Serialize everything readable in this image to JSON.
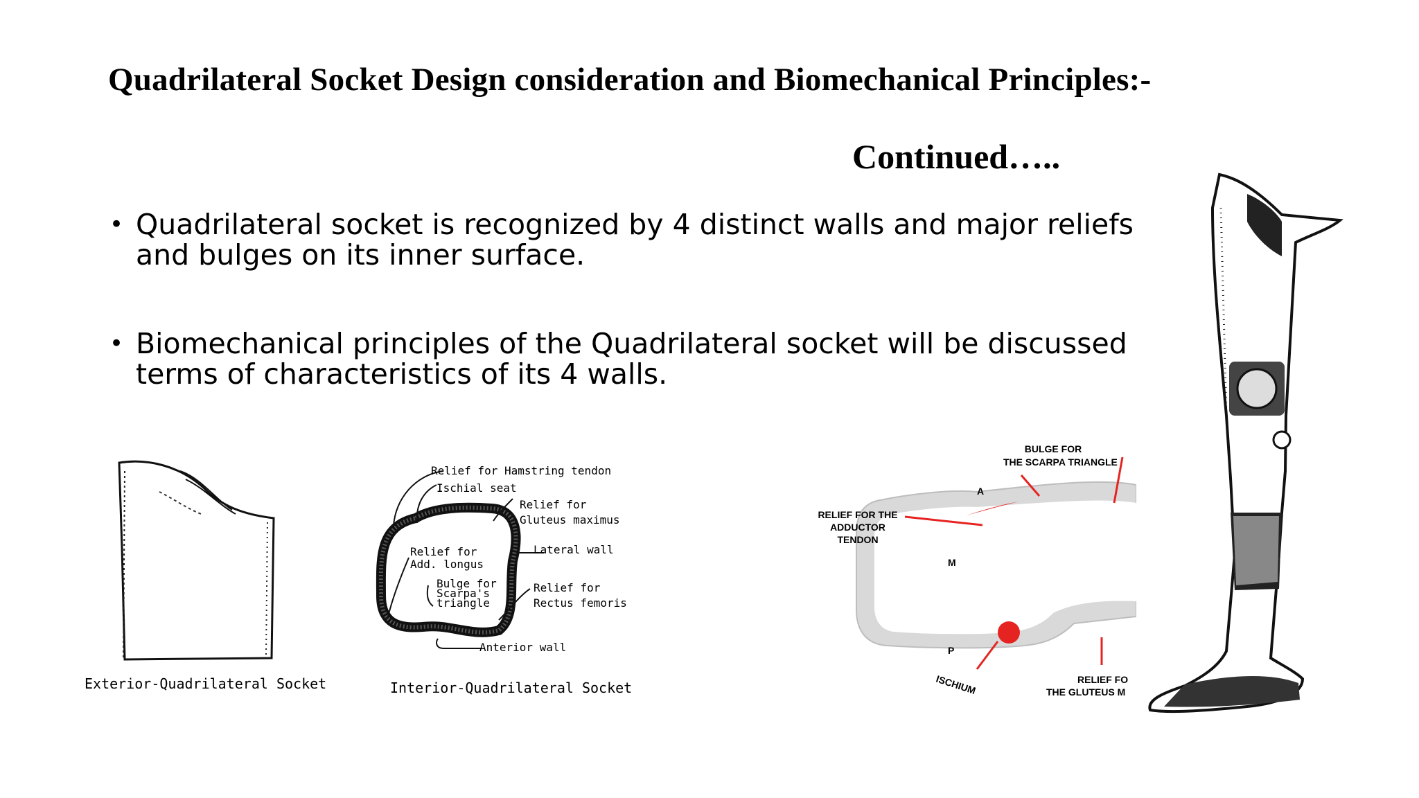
{
  "slide": {
    "title": "Quadrilateral Socket Design consideration and Biomechanical Principles:-",
    "continued": "Continued…..",
    "bullets": [
      "Quadrilateral socket is recognized by 4 distinct walls and major reliefs and bulges on its inner surface.",
      "Biomechanical principles of the Quadrilateral socket will be discussed terms of characteristics of its 4 walls."
    ],
    "bullet_icon": "bullet-dot-icon"
  },
  "figures": {
    "exterior": {
      "caption": "Exterior-Quadrilateral Socket"
    },
    "interior": {
      "caption": "Interior-Quadrilateral Socket",
      "labels": {
        "hamstring": "Relief for Hamstring tendon",
        "ischial": "Ischial seat",
        "gluteus_1": "Relief for",
        "gluteus_2": "Gluteus maximus",
        "lateral": "Lateral wall",
        "add_1": "Relief for",
        "add_2": "Add. longus",
        "scarpa_1": "Bulge for",
        "scarpa_2": "Scarpa's",
        "scarpa_3": "triangle",
        "rectus_1": "Relief for",
        "rectus_2": "Rectus femoris",
        "anterior": "Anterior wall"
      }
    },
    "schematic": {
      "labels": {
        "bulge_1": "BULGE FOR",
        "bulge_2": "THE SCARPA TRIANGLE",
        "adductor_1": "RELIEF FOR THE",
        "adductor_2": "ADDUCTOR",
        "adductor_3": "TENDON",
        "letter_a": "A",
        "letter_m": "M",
        "letter_p": "P",
        "ischium": "ISCHIUM",
        "gluteus_1": "RELIEF FO",
        "gluteus_2": "THE GLUTEUS M"
      },
      "accent_color": "#e52421",
      "shape_color": "#d9d9d9"
    },
    "prosthesis": {
      "icon": "leg-prosthesis-icon"
    }
  }
}
